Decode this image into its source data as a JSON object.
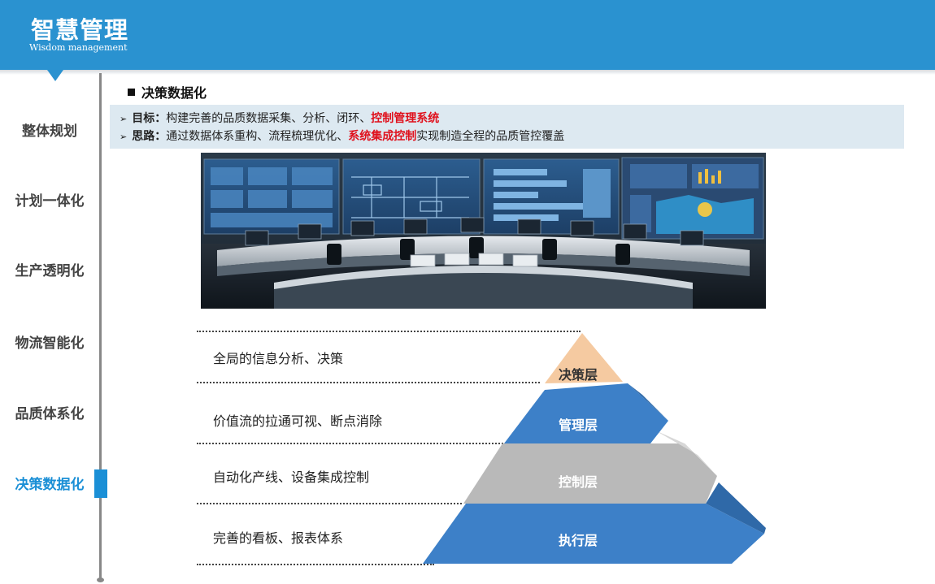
{
  "header": {
    "title": "智慧管理",
    "subtitle": "Wisdom management"
  },
  "sidebar": {
    "items": [
      {
        "label": "整体规划",
        "active": false
      },
      {
        "label": "计划一体化",
        "active": false
      },
      {
        "label": "生产透明化",
        "active": false
      },
      {
        "label": "物流智能化",
        "active": false
      },
      {
        "label": "品质体系化",
        "active": false
      },
      {
        "label": "决策数据化",
        "active": true
      }
    ]
  },
  "section": {
    "title": "决策数据化"
  },
  "goal": {
    "label": "目标：",
    "text": "构建完善的品质数据采集、分析、闭环、",
    "highlight": "控制管理系统"
  },
  "approach": {
    "label": "思路：",
    "text_before": "通过数据体系重构、流程梳理优化、",
    "highlight": "系统集成控制",
    "text_after": "实现制造全程的品质管控覆盖"
  },
  "layers": [
    {
      "tier": "决策层",
      "description": "全局的信息分析、决策",
      "color": "#f5caa1",
      "text_color": "#333333"
    },
    {
      "tier": "管理层",
      "description": "价值流的拉通可视、断点消除",
      "color": "#3d80c8",
      "text_color": "#ffffff"
    },
    {
      "tier": "控制层",
      "description": "自动化产线、设备集成控制",
      "color": "#b9b9b9",
      "text_color": "#ffffff"
    },
    {
      "tier": "执行层",
      "description": "完善的看板、报表体系",
      "color": "#3d80c8",
      "text_color": "#ffffff"
    }
  ],
  "colors": {
    "header": "#2a92d0",
    "accent": "#1a8fd6",
    "highlight": "#e0101c",
    "info_box": "#dde9f1"
  }
}
